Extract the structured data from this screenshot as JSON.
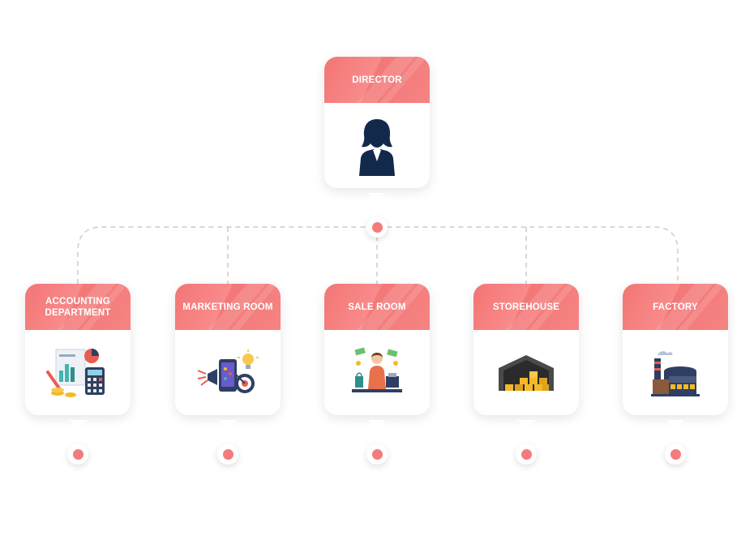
{
  "colors": {
    "accent": "#f47b7b",
    "connector": "#cccccc",
    "card_background": "#ffffff",
    "header_text": "#ffffff"
  },
  "director": {
    "title": "DIRECTOR",
    "icon": "businesswoman-silhouette-icon"
  },
  "departments": [
    {
      "title": "ACCOUNTING DEPARTMENT",
      "icon": "accounting-icon"
    },
    {
      "title": "MARKETING ROOM",
      "icon": "marketing-icon"
    },
    {
      "title": "SALE ROOM",
      "icon": "sale-room-icon"
    },
    {
      "title": "STOREHOUSE",
      "icon": "storehouse-icon"
    },
    {
      "title": "FACTORY",
      "icon": "factory-icon"
    }
  ]
}
